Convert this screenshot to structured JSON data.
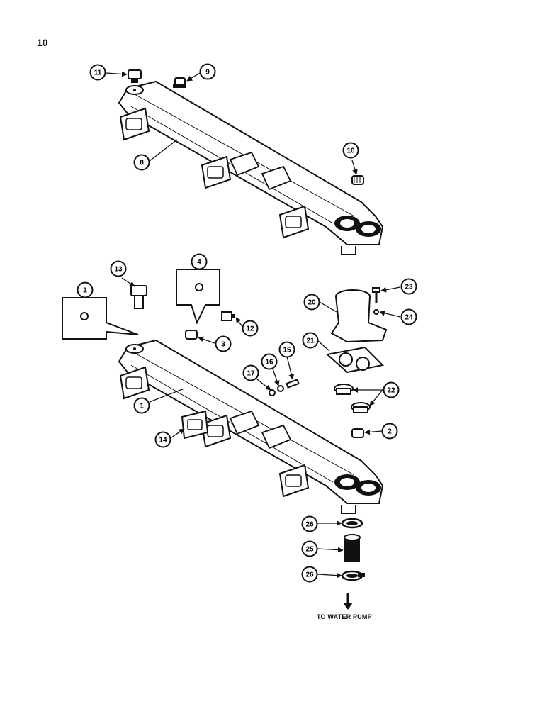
{
  "page": {
    "number": "10"
  },
  "caption": "TO WATER PUMP",
  "callouts": [
    {
      "id": "c11a",
      "label": "11"
    },
    {
      "id": "c9",
      "label": "9"
    },
    {
      "id": "c8",
      "label": "8"
    },
    {
      "id": "c10",
      "label": "10"
    },
    {
      "id": "c13",
      "label": "13"
    },
    {
      "id": "c4",
      "label": "4"
    },
    {
      "id": "c2a",
      "label": "2"
    },
    {
      "id": "c3",
      "label": "3"
    },
    {
      "id": "c12",
      "label": "12"
    },
    {
      "id": "c1",
      "label": "1"
    },
    {
      "id": "c17",
      "label": "17"
    },
    {
      "id": "c16",
      "label": "16"
    },
    {
      "id": "c15",
      "label": "15"
    },
    {
      "id": "c14",
      "label": "14"
    },
    {
      "id": "c23",
      "label": "23"
    },
    {
      "id": "c20",
      "label": "20"
    },
    {
      "id": "c24",
      "label": "24"
    },
    {
      "id": "c21",
      "label": "21"
    },
    {
      "id": "c22",
      "label": "22"
    },
    {
      "id": "c2b",
      "label": "2"
    },
    {
      "id": "c26a",
      "label": "26"
    },
    {
      "id": "c25",
      "label": "25"
    },
    {
      "id": "c26b",
      "label": "26"
    }
  ]
}
